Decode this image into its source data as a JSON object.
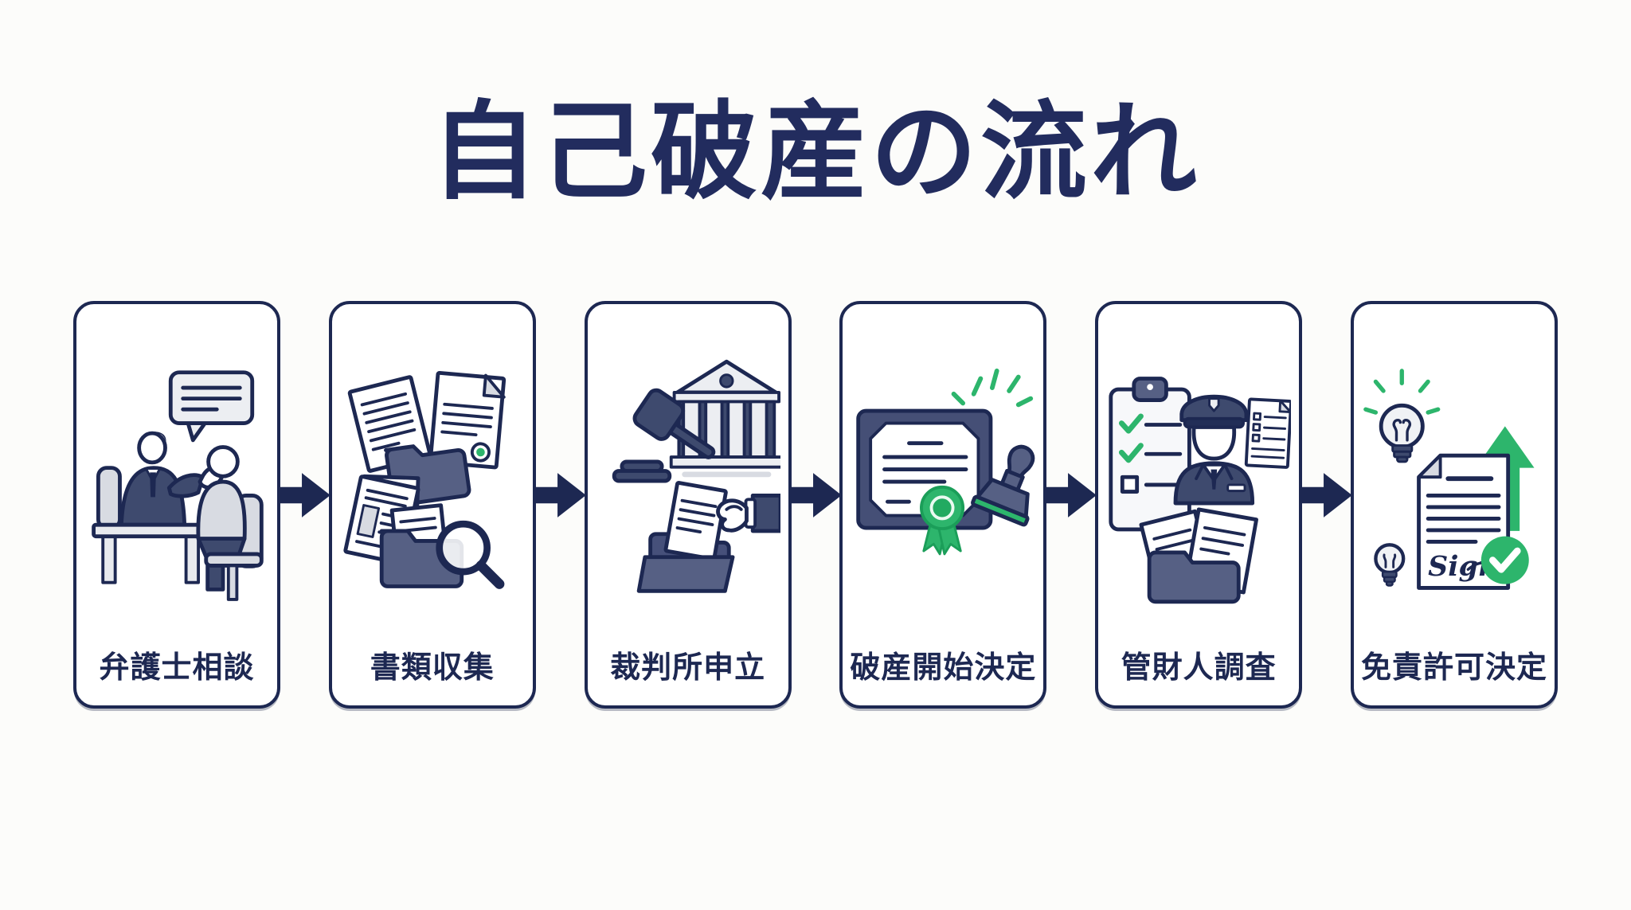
{
  "title": {
    "text": "自己破産の流れ"
  },
  "flow": {
    "steps": [
      {
        "label": "弁護士相談",
        "icon": "lawyer-consultation-icon"
      },
      {
        "label": "書類収集",
        "icon": "document-collection-icon"
      },
      {
        "label": "裁判所申立",
        "icon": "court-filing-icon"
      },
      {
        "label": "破産開始決定",
        "icon": "bankruptcy-commencement-icon"
      },
      {
        "label": "管財人調査",
        "icon": "trustee-investigation-icon"
      },
      {
        "label": "免責許可決定",
        "icon": "discharge-grant-icon",
        "signature_text": "Sign"
      }
    ],
    "arrow_count": 5
  },
  "colors": {
    "background": "#fcfcfa",
    "navy_outline": "#1d2852",
    "title_navy": "#222c5e",
    "folder_slate": "#566084",
    "suit_navy": "#3e4a6e",
    "light_gray": "#e8eaee",
    "mid_gray": "#d8dbe2",
    "accent_green": "#2db56c"
  }
}
